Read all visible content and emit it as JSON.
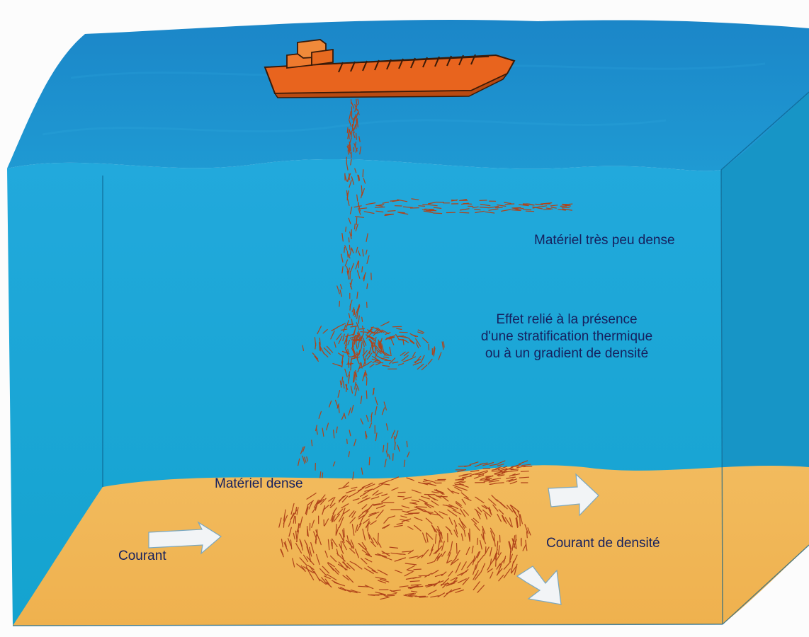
{
  "labels": {
    "material_light": "Matériel très peu dense",
    "thermal_effect": [
      "Effet relié à la présence",
      "d'une stratification thermique",
      "ou à un gradient de densité"
    ],
    "material_dense": "Matériel dense",
    "current": "Courant",
    "density_current": "Courant de densité"
  },
  "colors": {
    "water_surface": "#1e8fd0",
    "water_body": "#1aa6d6",
    "water_side": "#1598c8",
    "seabed": "#f0b656",
    "ship_hull": "#e8641e",
    "particles": "#b0431a",
    "arrow_fill": "#f2f4f6",
    "text": "#16205e"
  },
  "icons": {
    "ship": "ship-icon",
    "arrow": "arrow-right-icon"
  }
}
